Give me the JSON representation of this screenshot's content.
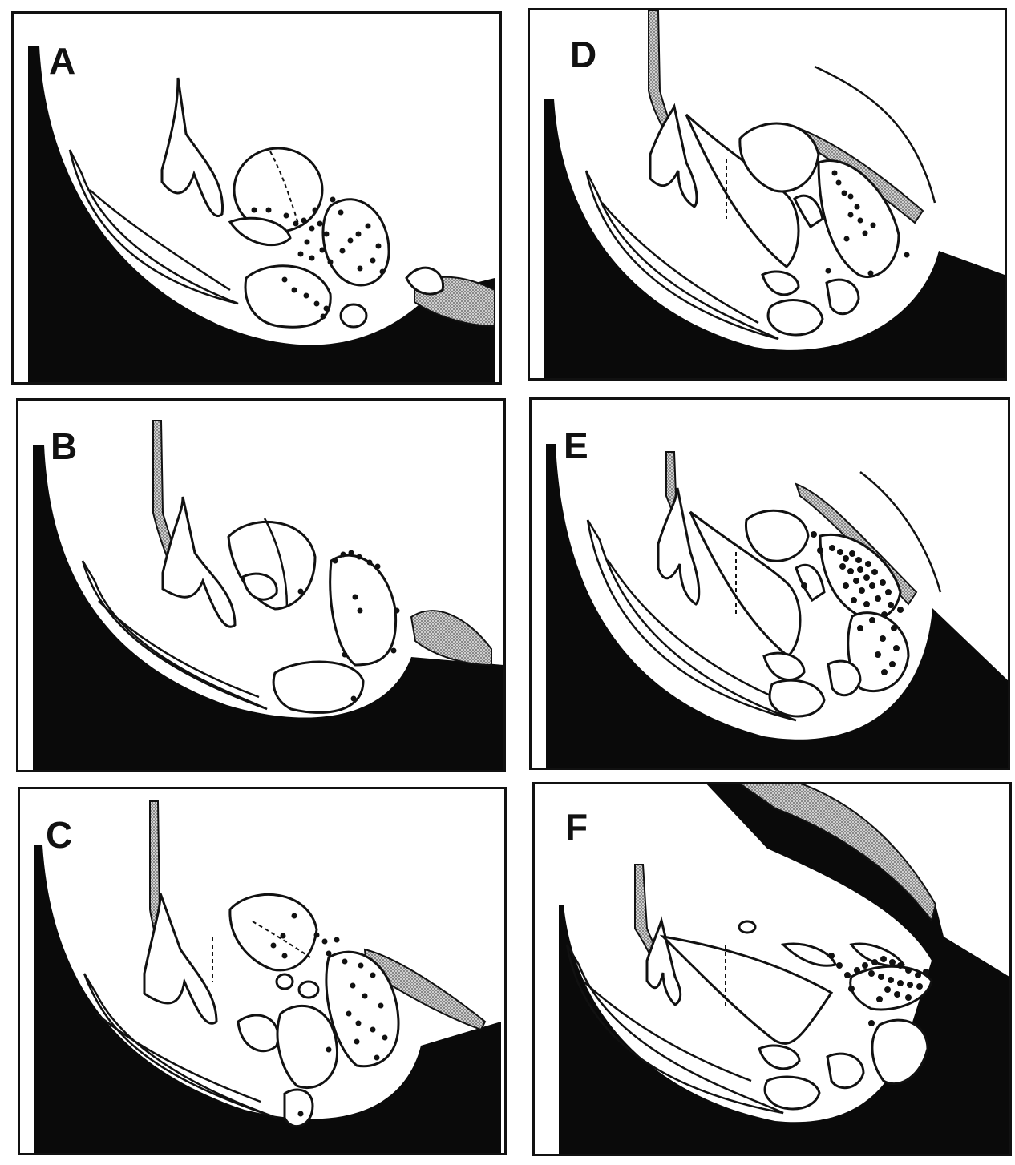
{
  "panels": [
    {
      "id": "A",
      "label": "A"
    },
    {
      "id": "B",
      "label": "B"
    },
    {
      "id": "C",
      "label": "C"
    },
    {
      "id": "D",
      "label": "D"
    },
    {
      "id": "E",
      "label": "E"
    },
    {
      "id": "F",
      "label": "F"
    }
  ],
  "colors": {
    "ink": "#111111",
    "tissue": "#0a0a0a",
    "stipple": "#9a9a9a",
    "background": "#ffffff"
  }
}
